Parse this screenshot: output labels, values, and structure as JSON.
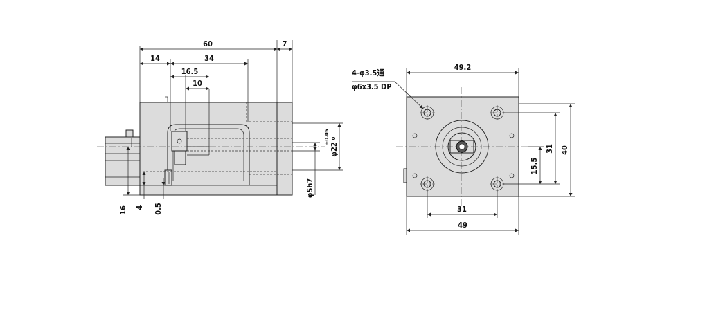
{
  "side_view": {
    "dims": {
      "overall": "60",
      "flange": "7",
      "d14": "14",
      "d34": "34",
      "d16_5": "16.5",
      "d10": "10",
      "d16": "16",
      "d4": "4",
      "d0_5": "0.5",
      "bore": "φ22",
      "bore_tol_upper": "+0.05",
      "bore_tol_lower": "0",
      "shaft": "φ5h7"
    }
  },
  "front_view": {
    "dims": {
      "top_width": "49.2",
      "holes_line1": "4-φ3.5通",
      "holes_line2": "φ6x3.5 DP",
      "right_31": "31",
      "right_40": "40",
      "right_15_5": "15.5",
      "bottom_31": "31",
      "bottom_49": "49"
    }
  },
  "colors": {
    "body_fill": "#dcdcdc",
    "line": "#222222"
  }
}
